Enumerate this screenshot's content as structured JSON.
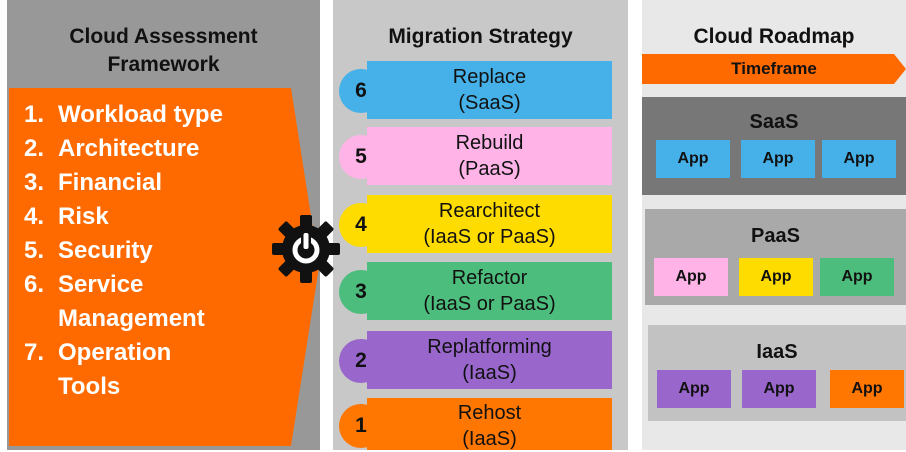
{
  "assessment": {
    "title_line1": "Cloud Assessment",
    "title_line2": "Framework",
    "items": [
      {
        "num": "1.",
        "label": "Workload type"
      },
      {
        "num": "2.",
        "label": "Architecture"
      },
      {
        "num": "3.",
        "label": "Financial"
      },
      {
        "num": "4.",
        "label": "Risk"
      },
      {
        "num": "5.",
        "label": "Security"
      },
      {
        "num": "6.",
        "label": "Service",
        "label2": "Management"
      },
      {
        "num": "7.",
        "label": "Operation",
        "label2": "Tools"
      }
    ],
    "color": "#ff6a00"
  },
  "strategy": {
    "title": "Migration Strategy",
    "steps": [
      {
        "num": "6",
        "line1": "Replace",
        "line2": "(SaaS)",
        "color": "#45b1e8"
      },
      {
        "num": "5",
        "line1": "Rebuild",
        "line2": "(PaaS)",
        "color": "#ffb3e6"
      },
      {
        "num": "4",
        "line1": "Rearchitect",
        "line2": "(IaaS or PaaS)",
        "color": "#ffdc00"
      },
      {
        "num": "3",
        "line1": "Refactor",
        "line2": "(IaaS or PaaS)",
        "color": "#4cbd7c"
      },
      {
        "num": "2",
        "line1": "Replatforming",
        "line2": "(IaaS)",
        "color": "#9966cc"
      },
      {
        "num": "1",
        "line1": "Rehost",
        "line2": "(IaaS)",
        "color": "#ff7700"
      }
    ]
  },
  "roadmap": {
    "title": "Cloud Roadmap",
    "timeframe": "Timeframe",
    "tiers": [
      {
        "label": "SaaS",
        "apps": [
          {
            "label": "App",
            "color": "#45b1e8"
          },
          {
            "label": "App",
            "color": "#45b1e8"
          },
          {
            "label": "App",
            "color": "#45b1e8"
          }
        ]
      },
      {
        "label": "PaaS",
        "apps": [
          {
            "label": "App",
            "color": "#ffb3e6"
          },
          {
            "label": "App",
            "color": "#ffdc00"
          },
          {
            "label": "App",
            "color": "#4cbd7c"
          }
        ]
      },
      {
        "label": "IaaS",
        "apps": [
          {
            "label": "App",
            "color": "#9966cc"
          },
          {
            "label": "App",
            "color": "#9966cc"
          },
          {
            "label": "App",
            "color": "#ff7700"
          }
        ]
      }
    ]
  }
}
